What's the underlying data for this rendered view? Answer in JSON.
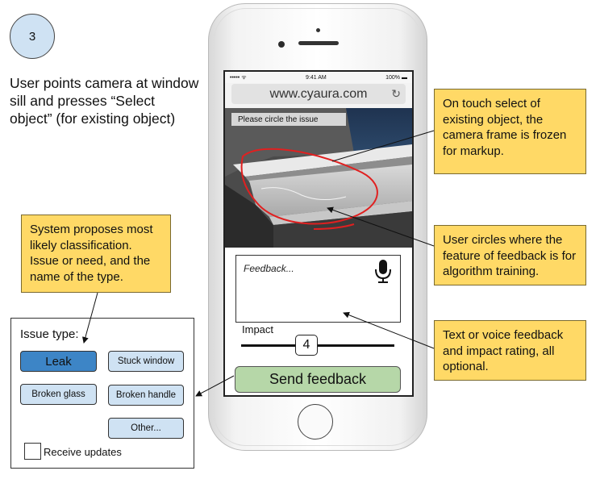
{
  "step": {
    "number": "3",
    "description": "User points camera at window sill and presses “Select object” (for existing object)"
  },
  "phone": {
    "status": {
      "carrier": "••••• ᯤ",
      "time": "9:41 AM",
      "battery": "100% ▬"
    },
    "url": "www.cyaura.com",
    "photo_prompt": "Please circle the issue",
    "feedback_placeholder": "Feedback...",
    "impact_label": "Impact",
    "impact_value": "4",
    "send_label": "Send feedback"
  },
  "notes": {
    "classification": "System proposes most likely classification. Issue or need, and the name of the type.",
    "frozen": "On touch select of existing object, the camera frame is frozen for markup.",
    "circle": "User circles where the feature of feedback is for algorithm training.",
    "voice": "Text or voice feedback and impact rating, all optional."
  },
  "issue_panel": {
    "title": "Issue type:",
    "options": {
      "leak": "Leak",
      "stuck_window": "Stuck window",
      "broken_glass": "Broken glass",
      "broken_handle": "Broken handle",
      "other": "Other..."
    },
    "receive_updates": "Receive updates"
  },
  "colors": {
    "note": "#ffd966",
    "option": "#cfe2f3",
    "selected": "#3d85c6",
    "send": "#b6d7a8",
    "step": "#cfe2f3",
    "markup": "#e02020"
  },
  "icons": {
    "mic": "microphone-icon",
    "reload": "reload-icon"
  }
}
